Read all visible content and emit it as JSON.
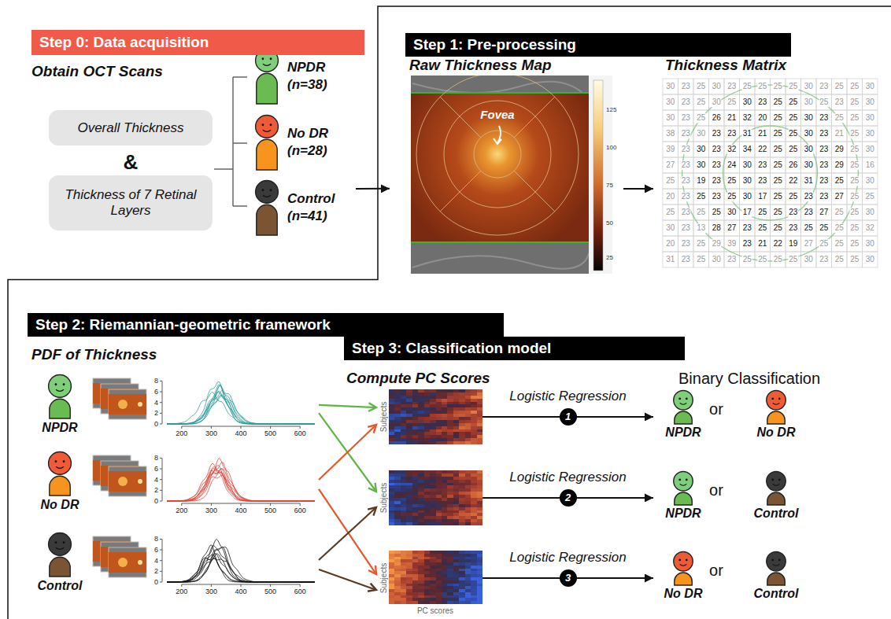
{
  "diagram": {
    "nodes": [
      {
        "text": [
          "Step 0: Data acquisition",
          "Obtain OCT Scans"
        ]
      },
      {
        "text": [
          "Overall Thickness"
        ],
        "in": 0
      },
      {
        "text": [
          "Thickness of 7 Retinal Layers"
        ],
        "in": 0
      },
      {
        "text": [
          "NPDR",
          "(n=38)"
        ],
        "in": 0
      },
      {
        "text": [
          "No DR",
          "(n=28)"
        ],
        "in": 0
      },
      {
        "text": [
          "Control",
          "(n=41)"
        ],
        "in": 0
      },
      {
        "text": [
          "Step 1: Pre-processing"
        ]
      },
      {
        "text": [
          "Raw Thickness Map"
        ],
        "in": 6
      },
      {
        "text": [
          "Thickness Matrix"
        ],
        "in": 6
      },
      {
        "text": [
          "Step 2: Riemannian-geometric framework",
          "PDF of Thickness"
        ]
      },
      {
        "text": [
          "NPDR"
        ],
        "in": 9
      },
      {
        "text": [
          "No DR"
        ],
        "in": 9
      },
      {
        "text": [
          "Control"
        ],
        "in": 9
      },
      {
        "text": [
          "Step 3: Classification model",
          "Compute PC Scores",
          "Binary Classification"
        ],
        "in": 9
      },
      {
        "text": [
          "Subjects"
        ],
        "in": 13
      },
      {
        "text": [
          "Subjects"
        ],
        "in": 13
      },
      {
        "text": [
          "Subjects",
          "PC scores"
        ],
        "in": 13
      },
      {
        "text": [
          "NPDR"
        ],
        "in": 13
      },
      {
        "text": [
          "No DR"
        ],
        "in": 13
      },
      {
        "text": [
          "NPDR"
        ],
        "in": 13
      },
      {
        "text": [
          "Control"
        ],
        "in": 13
      },
      {
        "text": [
          "No DR"
        ],
        "in": 13
      },
      {
        "text": [
          "Control"
        ],
        "in": 13
      }
    ],
    "edges": [
      {
        "from": 0,
        "to": 6,
        "arrow": "to"
      },
      {
        "from": 7,
        "to": 8,
        "arrow": "to"
      },
      {
        "from": 10,
        "to": 14,
        "arrow": "to"
      },
      {
        "from": 10,
        "to": 15,
        "arrow": "to"
      },
      {
        "from": 11,
        "to": 14,
        "arrow": "to"
      },
      {
        "from": 11,
        "to": 16,
        "arrow": "to"
      },
      {
        "from": 12,
        "to": 15,
        "arrow": "to"
      },
      {
        "from": 12,
        "to": 16,
        "arrow": "to"
      },
      {
        "from": 14,
        "to": 17,
        "arrow": "to",
        "label": "Logistic Regression"
      },
      {
        "from": 15,
        "to": 19,
        "arrow": "to",
        "label": "Logistic Regression"
      },
      {
        "from": 16,
        "to": 21,
        "arrow": "to",
        "label": "Logistic Regression"
      }
    ],
    "labels": [
      "&",
      "Fovea",
      "125",
      "100",
      "75",
      "50",
      "25",
      "30",
      "23",
      "25",
      "30",
      "23",
      "25",
      "25",
      "25",
      "25",
      "30",
      "23",
      "25",
      "25",
      "30",
      "30",
      "23",
      "25",
      "30",
      "25",
      "30",
      "23",
      "25",
      "25",
      "30",
      "25",
      "23",
      "25",
      "30",
      "30",
      "23",
      "25",
      "26",
      "21",
      "32",
      "20",
      "25",
      "25",
      "30",
      "23",
      "25",
      "25",
      "30",
      "38",
      "23",
      "30",
      "23",
      "23",
      "31",
      "21",
      "25",
      "25",
      "30",
      "23",
      "21",
      "25",
      "30",
      "39",
      "23",
      "30",
      "23",
      "32",
      "34",
      "22",
      "25",
      "25",
      "30",
      "23",
      "29",
      "25",
      "30",
      "27",
      "23",
      "30",
      "23",
      "24",
      "30",
      "23",
      "25",
      "26",
      "30",
      "23",
      "29",
      "25",
      "16",
      "25",
      "23",
      "19",
      "23",
      "25",
      "30",
      "23",
      "25",
      "22",
      "31",
      "23",
      "25",
      "25",
      "30",
      "20",
      "23",
      "25",
      "23",
      "25",
      "30",
      "17",
      "25",
      "25",
      "23",
      "23",
      "27",
      "25",
      "25",
      "25",
      "23",
      "25",
      "25",
      "30",
      "17",
      "25",
      "25",
      "23",
      "23",
      "27",
      "25",
      "25",
      "30",
      "30",
      "23",
      "13",
      "28",
      "27",
      "23",
      "25",
      "25",
      "23",
      "25",
      "25",
      "25",
      "25",
      "32",
      "20",
      "23",
      "25",
      "29",
      "39",
      "23",
      "21",
      "22",
      "19",
      "27",
      "25",
      "25",
      "25",
      "30",
      "31",
      "23",
      "25",
      "30",
      "23",
      "25",
      "25",
      "25",
      "25",
      "30",
      "23",
      "25",
      "25",
      "30",
      "0",
      "2",
      "4",
      "6",
      "8",
      "200",
      "300",
      "400",
      "500",
      "600",
      "0",
      "2",
      "4",
      "6",
      "8",
      "200",
      "300",
      "400",
      "500",
      "600",
      "0",
      "2",
      "4",
      "6",
      "8",
      "200",
      "300",
      "400",
      "500",
      "600",
      "1",
      "or",
      "2",
      "or",
      "3",
      "or"
    ]
  }
}
